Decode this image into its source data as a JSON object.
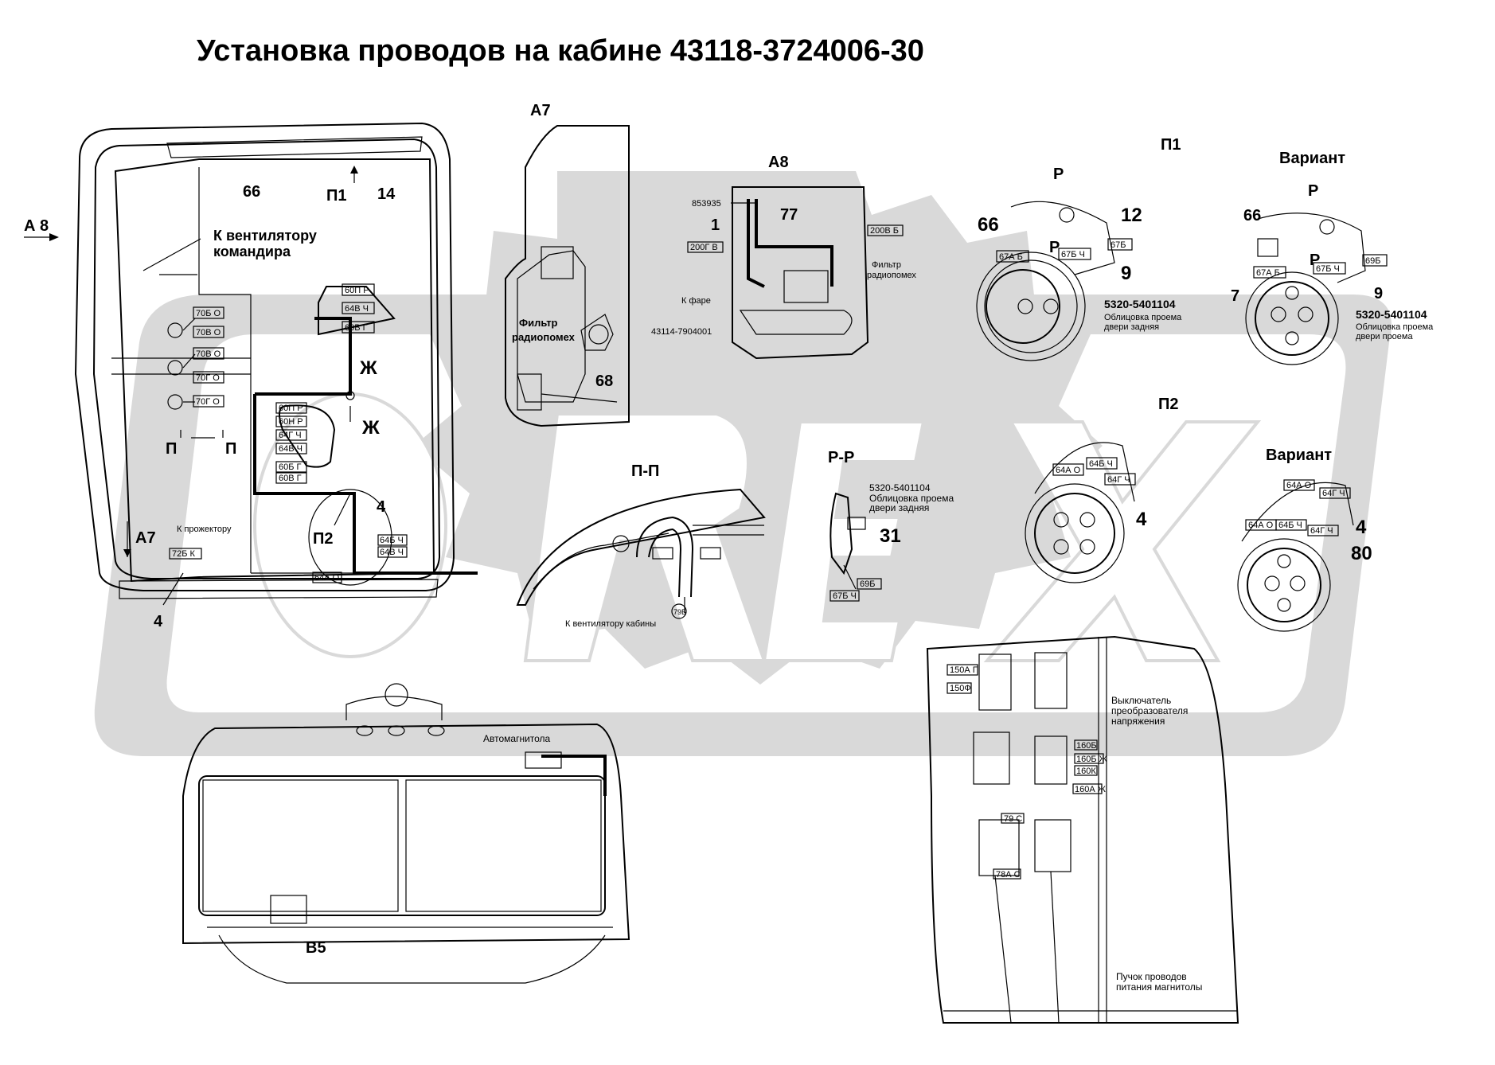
{
  "title": "Установка проводов на кабине 43118-3724006-30",
  "colors": {
    "line": "#000000",
    "watermark": "#d9d9d9",
    "background": "#ffffff"
  },
  "watermark": "OREX",
  "left_view": {
    "a8_label": "А 8",
    "n66": "66",
    "p1": "П1",
    "n14": "14",
    "fan_line1": "К вентилятору",
    "fan_line2": "командира",
    "tags_left": [
      "70Б О",
      "70В О",
      "70В О",
      "70Г О",
      "70Г О"
    ],
    "tags_top": [
      "60П Р",
      "64В Ч",
      "60В Г"
    ],
    "zh1": "Ж",
    "zh2": "Ж",
    "tags_block": [
      "60П Р",
      "60Н Р",
      "64Г Ч",
      "64В Ч",
      "60Б Г",
      "60В Г"
    ],
    "p_left": "П",
    "p_right": "П",
    "a7": "А7",
    "proj": "К прожектору",
    "tag72": "72Б К",
    "n4a": "4",
    "n4b": "4",
    "p2": "П2",
    "tags_p2": [
      "64Б Ч",
      "64В Ч"
    ],
    "tag64a": "64А О"
  },
  "a7_view": {
    "label": "А7",
    "filter1": "Фильтр",
    "filter2": "радиопомех",
    "n68": "68"
  },
  "a8_view": {
    "label": "А8",
    "n853935": "853935",
    "n77": "77",
    "n1": "1",
    "tag200b": "200В Б",
    "tag200g": "200Г В",
    "filter1": "Фильтр",
    "filter2": "радиопомех",
    "to_headlight": "К фаре",
    "part": "43114-7904001"
  },
  "p1_view": {
    "label": "П1",
    "r1": "Р",
    "r2": "Р",
    "n66": "66",
    "n12": "12",
    "tag67a": "67А Б",
    "tag67b": "67Б Ч",
    "tag67": "67Б",
    "n9": "9",
    "part": "5320-5401104",
    "desc1": "Облицовка проема",
    "desc2": "двери задняя"
  },
  "variant1": {
    "label": "Вариант",
    "r1": "Р",
    "r2": "Р",
    "n66": "66",
    "tag67a": "67А Б",
    "tag67b": "67Б Ч",
    "tag69": "69Б",
    "n7": "7",
    "n9": "9",
    "part": "5320-5401104",
    "desc1": "Облицовка проема",
    "desc2": "двери проема"
  },
  "p2_view": {
    "label": "П2",
    "tag64a": "64А О",
    "tag64b": "64Б Ч",
    "tag64g": "64Г Ч",
    "n4": "4"
  },
  "variant2": {
    "label": "Вариант",
    "tag64ao": "64А О",
    "tag64gch": "64Г Ч",
    "tag64a": "64А О",
    "tag64b": "64Б Ч",
    "tag64g": "64Г Ч",
    "n4": "4",
    "n80": "80"
  },
  "pp_view": {
    "label": "П-П",
    "fan": "К вентилятору кабины",
    "n79b": "79Б"
  },
  "rr_view": {
    "label": "Р-Р",
    "part": "5320-5401104",
    "desc1": "Облицовка проема",
    "desc2": "двери задняя",
    "n31": "31",
    "tag69": "69Б",
    "tag67": "67Б Ч"
  },
  "front_view": {
    "radio": "Автомагнитола",
    "v5": "В5"
  },
  "right_panel": {
    "tag150a": "150А Г",
    "tag150f": "150Ф",
    "switch1": "Выключатель",
    "switch2": "преобразователя",
    "switch3": "напряжения",
    "tags160": [
      "160Б",
      "160Б Ж",
      "160К",
      "160А Ж"
    ],
    "tag79": "79 С",
    "tag78": "78А С",
    "bundle1": "Пучок проводов",
    "bundle2": "питания магнитолы"
  }
}
